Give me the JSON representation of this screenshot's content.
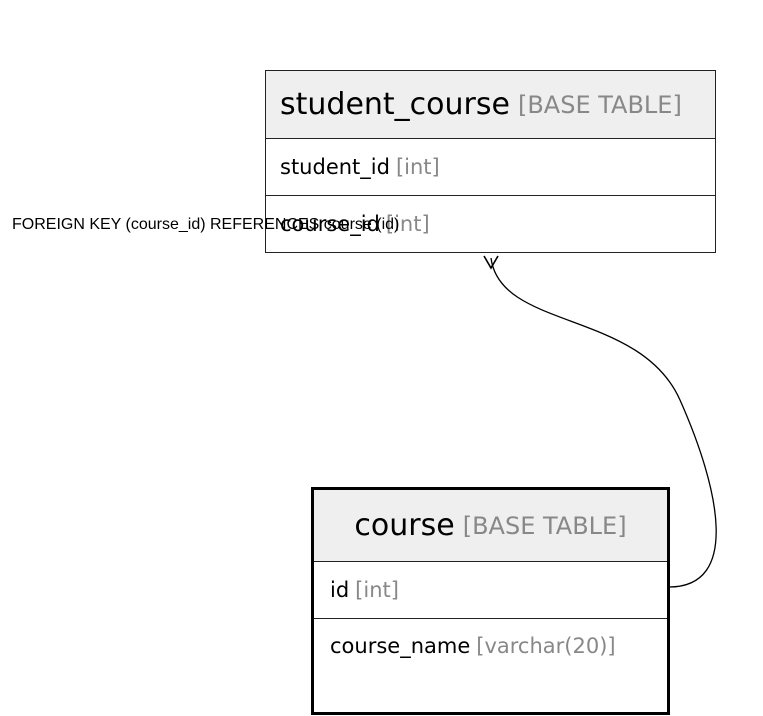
{
  "entities": {
    "student_course": {
      "name": "student_course",
      "type": "[BASE TABLE]",
      "columns": [
        {
          "name": "student_id",
          "type": "[int]"
        },
        {
          "name": "course_id",
          "type": "[int]"
        }
      ]
    },
    "course": {
      "name": "course",
      "type": "[BASE TABLE]",
      "columns": [
        {
          "name": "id",
          "type": "[int]"
        },
        {
          "name": "course_name",
          "type": "[varchar(20)]"
        }
      ]
    }
  },
  "relationships": [
    {
      "label": "FOREIGN KEY (course_id) REFERENCES course (id)",
      "from": "student_course.course_id",
      "to": "course.id"
    }
  ],
  "colors": {
    "header_bg": "#efefef",
    "border": "#222222",
    "type_text": "#888888",
    "text": "#000000"
  }
}
